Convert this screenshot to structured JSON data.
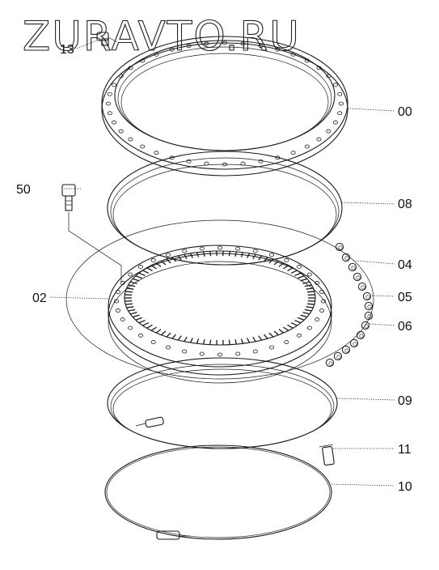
{
  "watermark": "ZURAVTO.RU",
  "labels": {
    "p00": "00",
    "p08": "08",
    "p50": "50",
    "p04": "04",
    "p02": "02",
    "p05": "05",
    "p06": "06",
    "p09": "09",
    "p11": "11",
    "p10": "10",
    "p13": "13"
  }
}
